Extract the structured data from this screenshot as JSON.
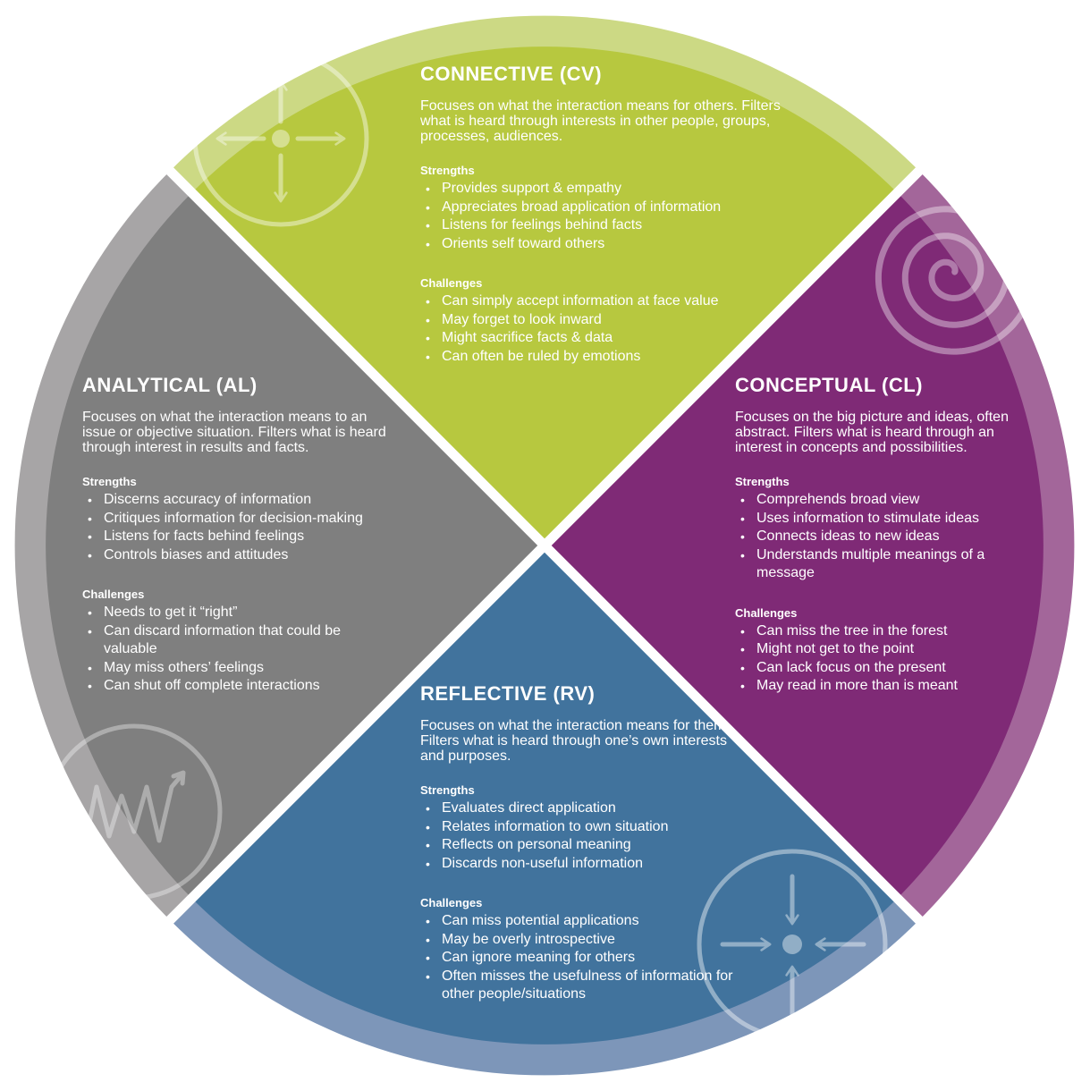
{
  "colors": {
    "connective": "#b7c83f",
    "connective_ring": "#ccd984",
    "conceptual": "#7f2a76",
    "conceptual_ring": "#a3669a",
    "reflective": "#41739d",
    "reflective_ring": "#7d96b9",
    "analytical": "#7f7f7f",
    "analytical_ring": "#a7a5a6"
  },
  "quadrants": {
    "connective": {
      "title": "CONNECTIVE (CV)",
      "description": "Focuses on what the interaction means for others. Filters what is heard through interests in other people, groups, processes, audiences.",
      "strengths_label": "Strengths",
      "strengths": [
        "Provides support & empathy",
        "Appreciates broad application of information",
        "Listens for feelings behind facts",
        "Orients self toward others"
      ],
      "challenges_label": "Challenges",
      "challenges": [
        "Can simply accept information at face value",
        "May forget to look inward",
        "Might sacrifice facts & data",
        "Can often be ruled by emotions"
      ],
      "icon": "arrows-outward-icon"
    },
    "analytical": {
      "title": "ANALYTICAL (AL)",
      "description": "Focuses on what the interaction means to an issue or objective situation. Filters what is heard through interest in results and facts.",
      "strengths_label": "Strengths",
      "strengths": [
        "Discerns accuracy of information",
        "Critiques information for decision-making",
        "Listens for facts behind feelings",
        "Controls biases and attitudes"
      ],
      "challenges_label": "Challenges",
      "challenges": [
        "Needs to get it “right”",
        "Can discard information that could be valuable",
        "May miss others’ feelings",
        "Can shut off complete interactions"
      ],
      "icon": "zigzag-trend-icon"
    },
    "conceptual": {
      "title": "CONCEPTUAL (CL)",
      "description": "Focuses on the big picture and ideas, often abstract. Filters what is heard through an interest in concepts and possibilities.",
      "strengths_label": "Strengths",
      "strengths": [
        "Comprehends broad view",
        "Uses information to stimulate ideas",
        "Connects ideas to new ideas",
        "Understands multiple meanings of a message"
      ],
      "challenges_label": "Challenges",
      "challenges": [
        "Can miss the tree in the forest",
        "Might not get to the point",
        "Can lack focus on the present",
        "May read in more than is meant"
      ],
      "icon": "spiral-icon"
    },
    "reflective": {
      "title": "REFLECTIVE (RV)",
      "description": "Focuses on what the interaction means for them. Filters what is heard through one’s own interests and purposes.",
      "strengths_label": "Strengths",
      "strengths": [
        "Evaluates direct application",
        "Relates information to own situation",
        "Reflects on personal meaning",
        "Discards non-useful information"
      ],
      "challenges_label": "Challenges",
      "challenges": [
        "Can miss potential applications",
        "May be overly introspective",
        "Can ignore meaning for others",
        "Often misses the usefulness of information for other people/situations"
      ],
      "icon": "arrows-inward-icon"
    }
  }
}
